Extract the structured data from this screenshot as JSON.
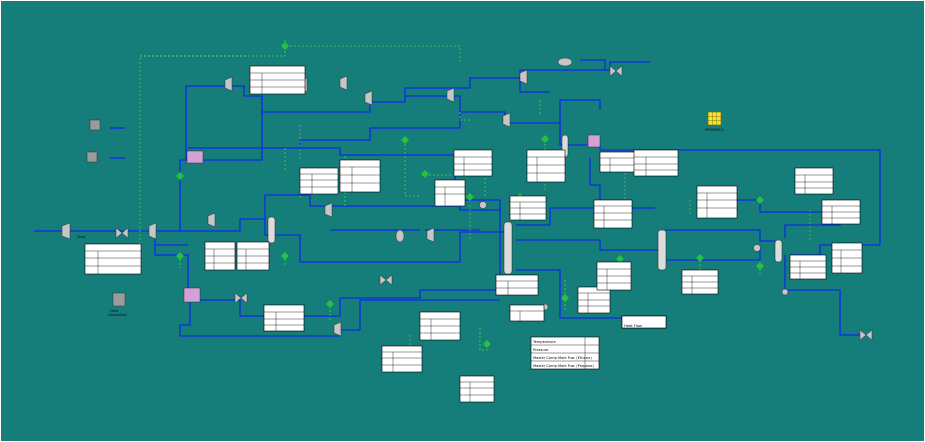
{
  "flowsheet": {
    "background": "#157d7a",
    "material_stream_color": "#0d2de8",
    "energy_stream_color": "#2fe24a",
    "logic_line_color": "#9ad63a",
    "spreadsheet_icon": "spreadsheet-icon",
    "unit_icons": [
      "compressor-icon",
      "valve-icon",
      "heat-exchanger-icon",
      "column-icon",
      "separator-icon",
      "pump-icon",
      "mixer-icon",
      "tee-icon"
    ],
    "labels": {
      "feed_stream": "Feed",
      "feed_block": "Feed\nCalculation",
      "spreadsheet": "SPRDSHT-1",
      "heat_flow": "Heat Flow"
    },
    "summary_table": {
      "rows": [
        "Temperature",
        "Pressure",
        "Master Comp Mole Frac (Ethane)",
        "Master Comp Mole Frac (Propane)"
      ]
    }
  }
}
